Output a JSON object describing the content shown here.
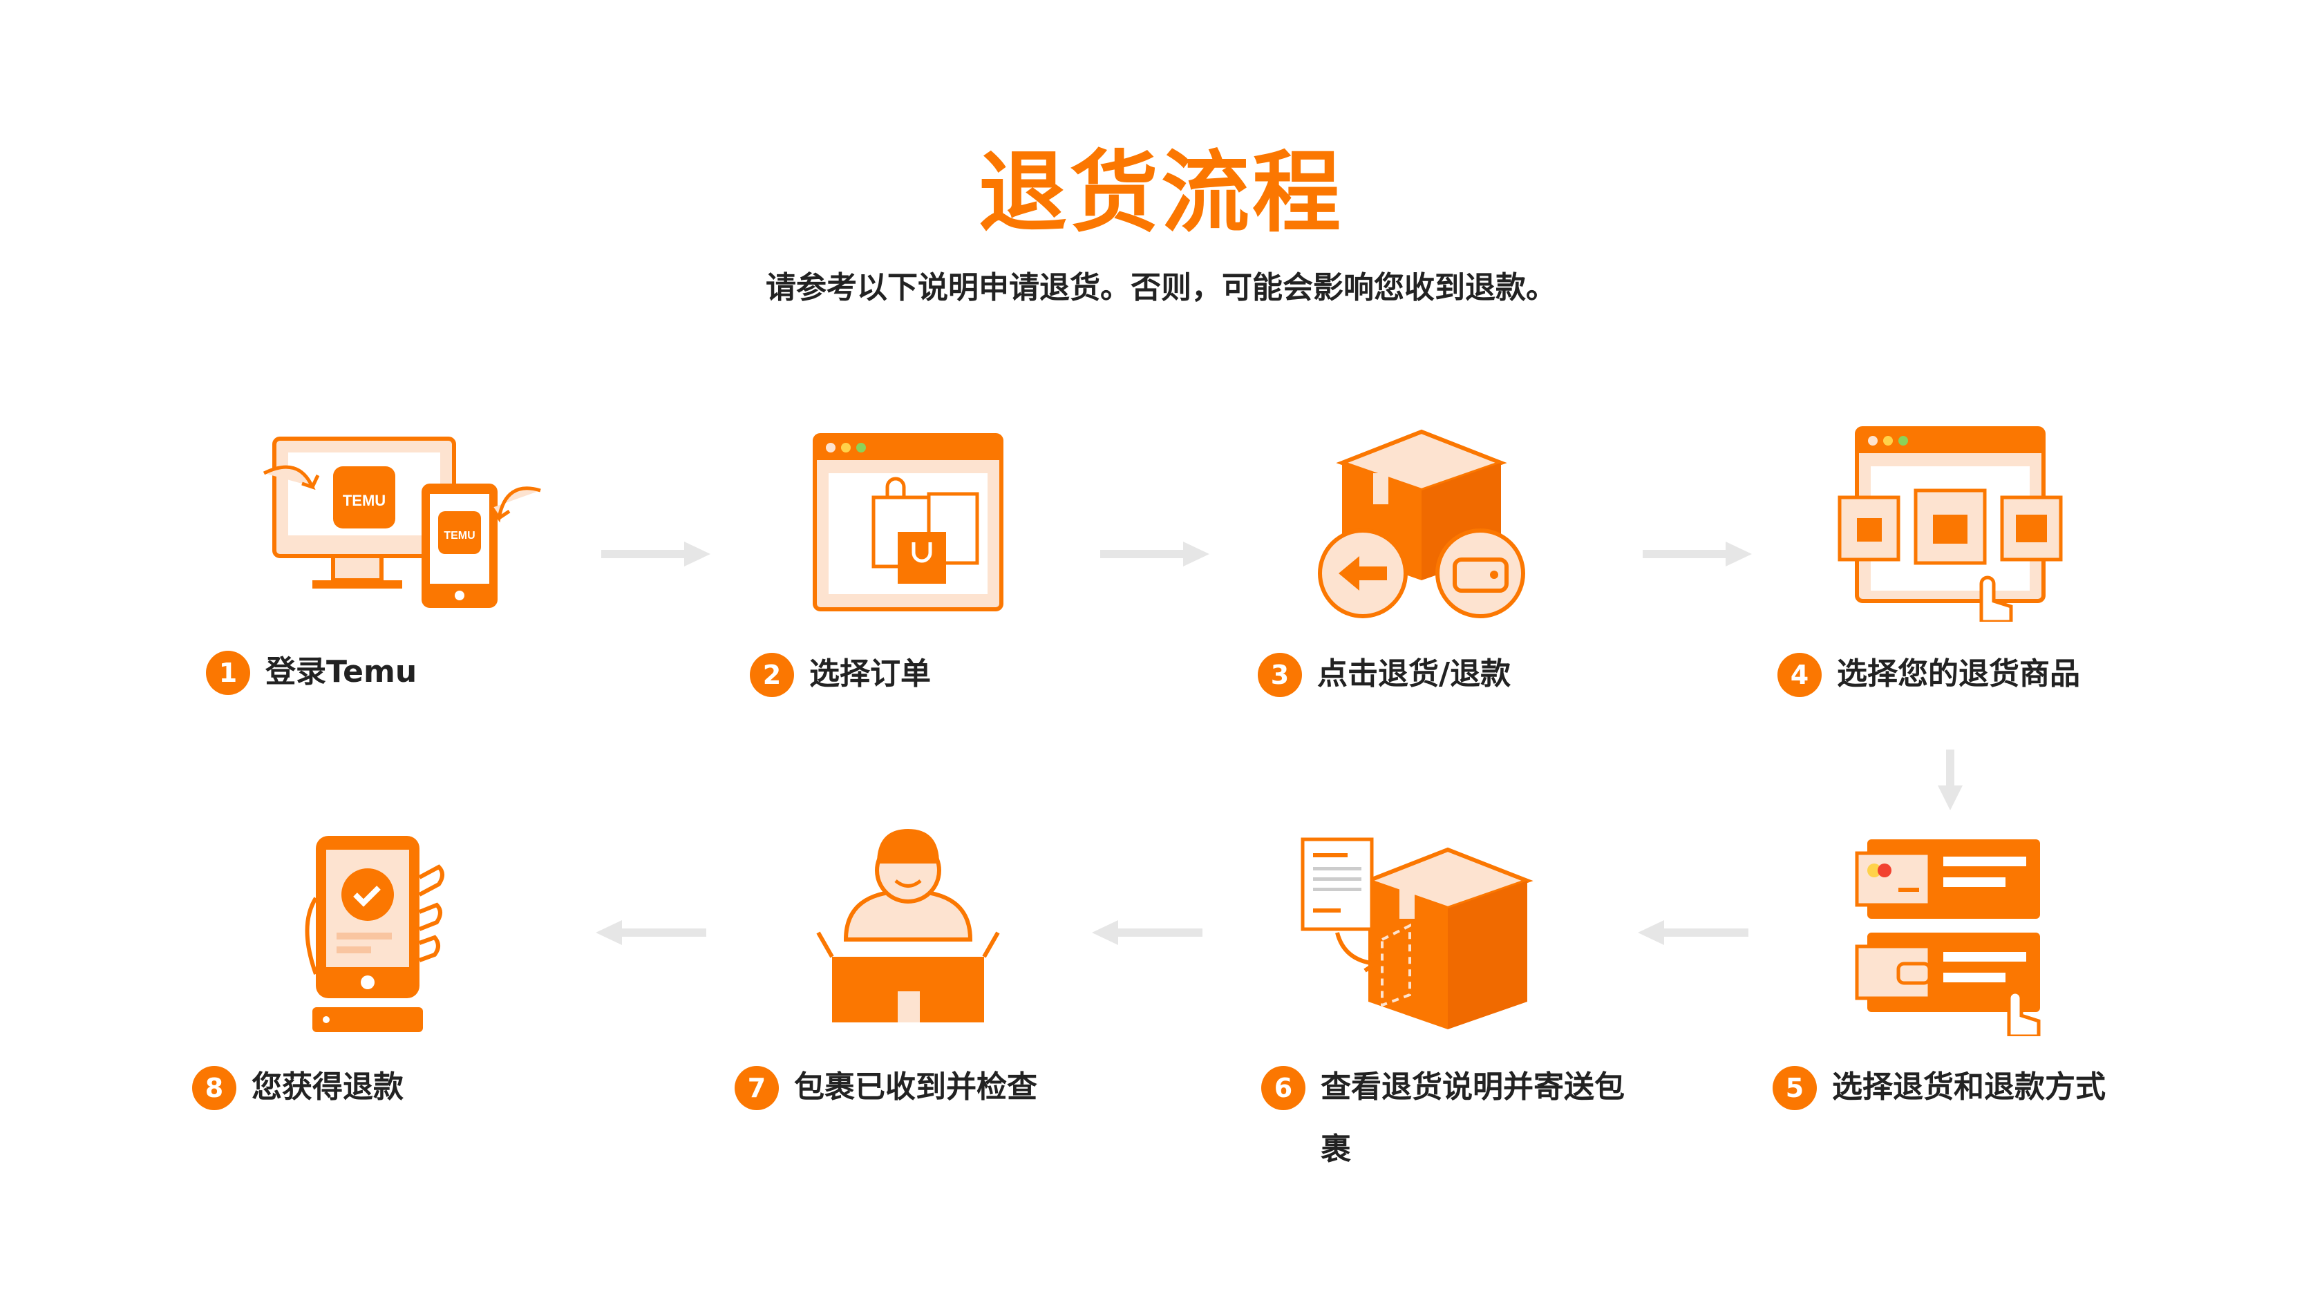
{
  "title": "退货流程",
  "subtitle": "请参考以下说明申请退货。否则，可能会影响您收到退款。",
  "brand_logo_text": "TEMU",
  "colors": {
    "accent": "#FB7701",
    "light": "#FDE3D0",
    "text": "#222222",
    "arrow": "#E6E6E6"
  },
  "steps": [
    {
      "number": "1",
      "label": "登录Temu",
      "icon": "devices-login-icon"
    },
    {
      "number": "2",
      "label": "选择订单",
      "icon": "browser-shopping-bags-icon"
    },
    {
      "number": "3",
      "label": "点击退货/退款",
      "icon": "box-return-refund-icon"
    },
    {
      "number": "4",
      "label": "选择您的退货商品",
      "icon": "browser-select-items-icon"
    },
    {
      "number": "5",
      "label": "选择退货和退款方式",
      "icon": "payment-cards-icon"
    },
    {
      "number": "6",
      "label": "查看退货说明并寄送包裹",
      "icon": "document-package-icon"
    },
    {
      "number": "7",
      "label": "包裹已收到并检查",
      "icon": "person-inspecting-box-icon"
    },
    {
      "number": "8",
      "label": "您获得退款",
      "icon": "phone-check-icon"
    }
  ]
}
